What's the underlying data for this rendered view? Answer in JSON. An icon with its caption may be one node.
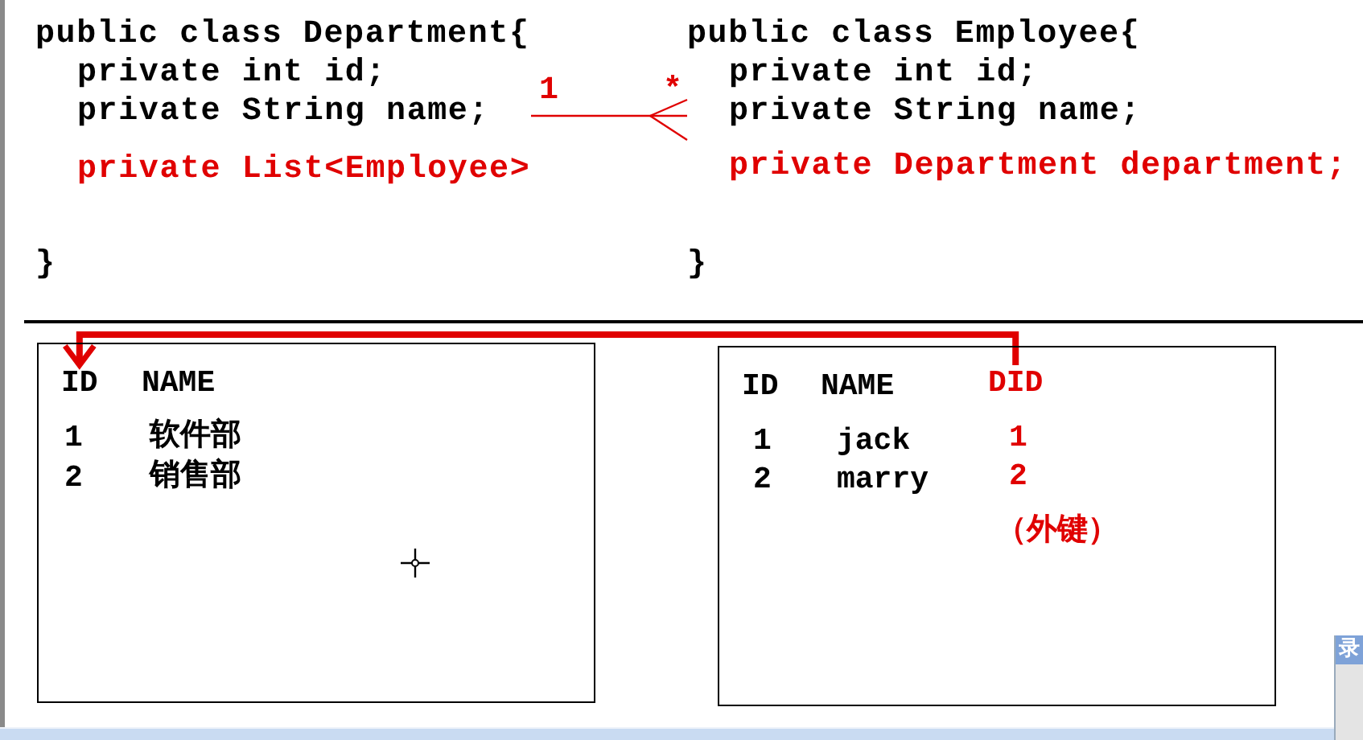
{
  "diagram": {
    "nodes": [
      {
        "text": [
          "public class Department{",
          "private int id;",
          "private String name;",
          "private List<Employee>",
          "}"
        ]
      },
      {
        "text": [
          "public class Employee{",
          "private int id;",
          "private String name;",
          "private Department department;",
          "}"
        ]
      },
      {
        "text": [
          "NAME",
          "1",
          "软件部",
          "2",
          "销售部"
        ]
      },
      {
        "text": [
          "ID"
        ],
        "in": 2
      },
      {
        "text": [
          "ID",
          "NAME",
          "1",
          "jack",
          "1",
          "2",
          "marry",
          "2",
          "（外键）"
        ]
      },
      {
        "text": [
          "DID"
        ],
        "in": 4
      }
    ],
    "edges": [
      {
        "from": 0,
        "to": 1,
        "arrow": "other"
      },
      {
        "from": 5,
        "to": 3,
        "arrow": "to",
        "style": "thick"
      }
    ],
    "labels": [
      "1",
      "*",
      "录"
    ]
  }
}
